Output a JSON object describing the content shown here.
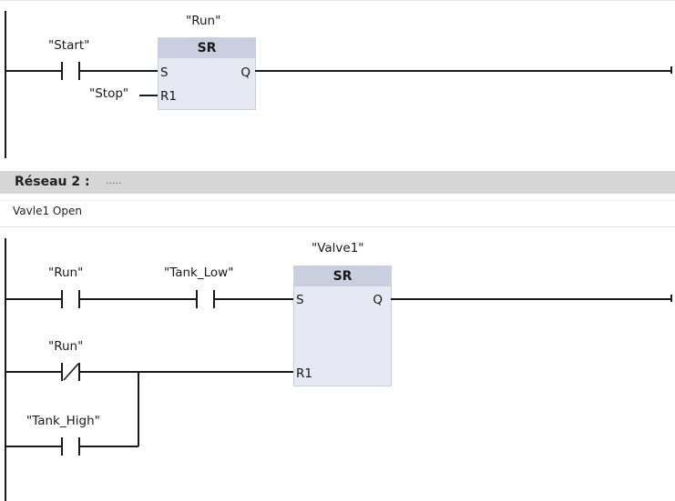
{
  "network1": {
    "block_tag": "\"Run\"",
    "block_type": "SR",
    "pin_s": "S",
    "pin_q": "Q",
    "pin_r1": "R1",
    "contact_start_tag": "\"Start\"",
    "reset_tag": "\"Stop\""
  },
  "network2": {
    "title": "Réseau 2 :",
    "title_placeholder": ".....",
    "comment": "Vavle1 Open",
    "block_tag": "\"Valve1\"",
    "block_type": "SR",
    "pin_s": "S",
    "pin_q": "Q",
    "pin_r1": "R1",
    "contact_run_tag": "\"Run\"",
    "contact_tank_low_tag": "\"Tank_Low\"",
    "contact_run_nc_tag": "\"Run\"",
    "contact_tank_high_tag": "\"Tank_High\""
  },
  "colors": {
    "block_body": "#e6e9f3",
    "block_header": "#c9cfde",
    "network_header": "#d6d6d6",
    "wire": "#1a1a1a"
  }
}
